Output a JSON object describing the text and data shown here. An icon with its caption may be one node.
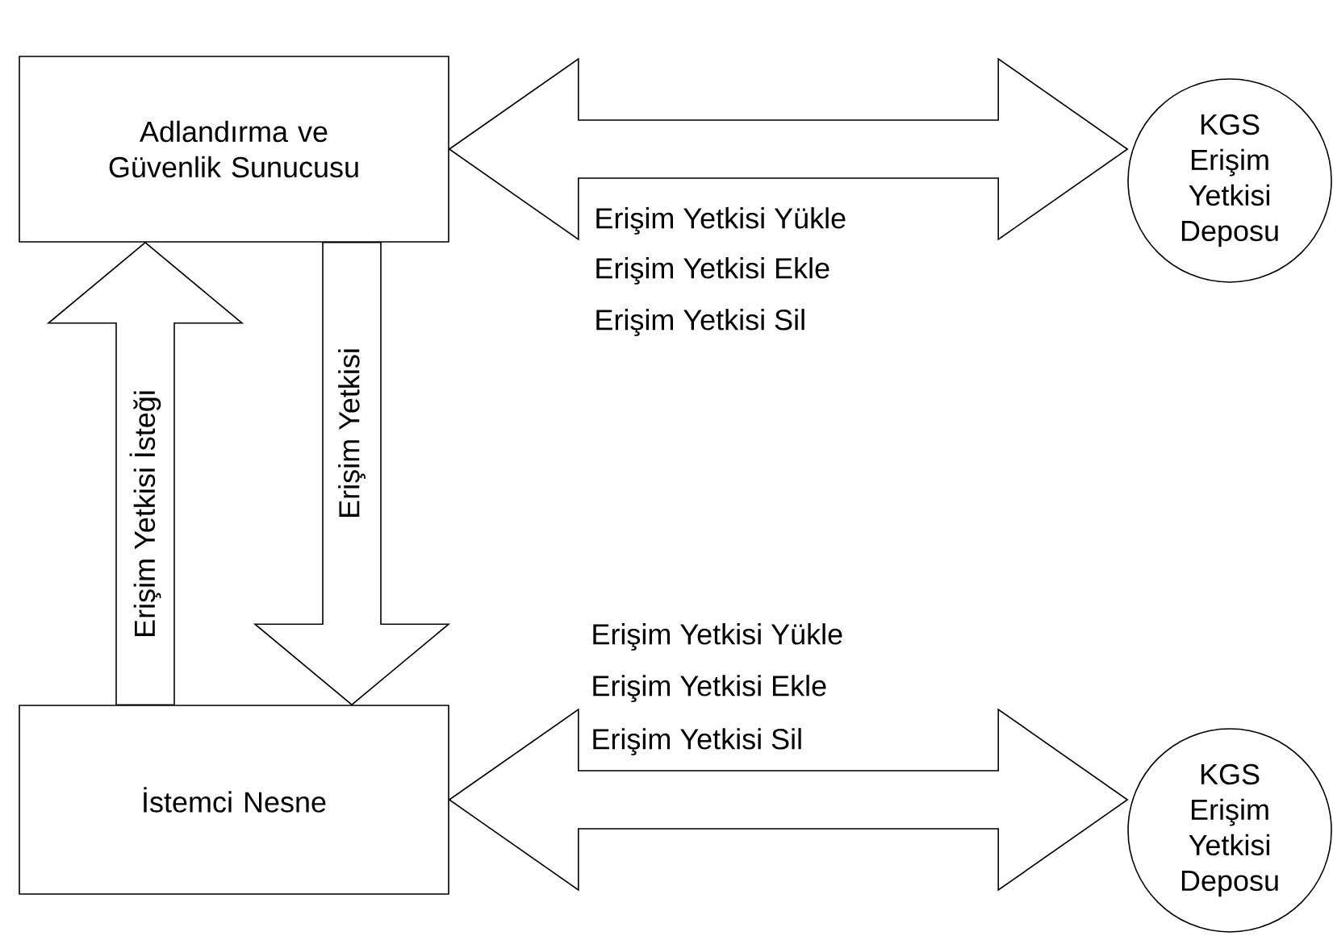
{
  "diagram": {
    "nodes": [
      {
        "text": [
          "Adlandırma ve Güvenlik Sunucusu"
        ]
      },
      {
        "text": [
          "KGS Erişim Yetkisi Deposu"
        ]
      },
      {
        "text": [
          "İstemci Nesne"
        ]
      },
      {
        "text": [
          "KGS Erişim Yetkisi Deposu"
        ]
      }
    ],
    "edges": [
      {
        "from": 0,
        "to": 1,
        "arrow": "both"
      },
      {
        "from": 2,
        "to": 0,
        "arrow": "to",
        "label": "Erişim Yetkisi İsteği"
      },
      {
        "from": 0,
        "to": 2,
        "arrow": "to",
        "label": "Erişim Yetkisi"
      },
      {
        "from": 2,
        "to": 3,
        "arrow": "both"
      }
    ],
    "labels": [
      "Erişim Yetkisi Yükle",
      "Erişim Yetkisi Ekle",
      "Erişim Yetkisi Sil",
      "Erişim Yetkisi Yükle",
      "Erişim Yetkisi Ekle",
      "Erişim Yetkisi Sil"
    ]
  }
}
